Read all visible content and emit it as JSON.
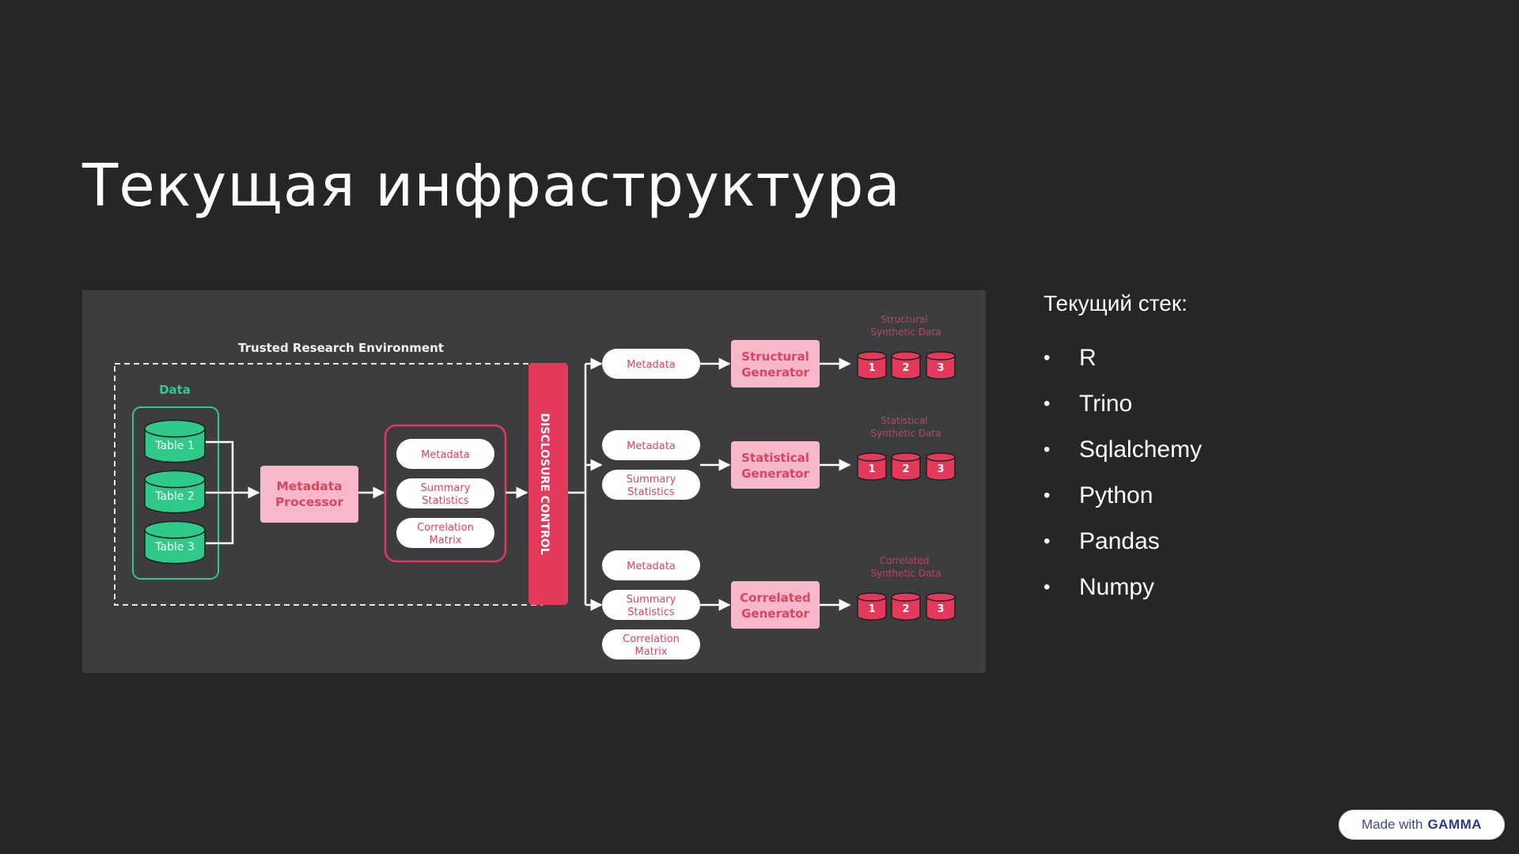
{
  "slide": {
    "title": "Текущая инфраструктура"
  },
  "diagram": {
    "env_label": "Trusted Research Environment",
    "data_label": "Data",
    "tables": [
      "Table 1",
      "Table 2",
      "Table 3"
    ],
    "processor_label_line1": "Metadata",
    "processor_label_line2": "Processor",
    "inner_items": [
      "Metadata",
      "Summary|Statistics",
      "Correlation|Matrix"
    ],
    "disclosure_label": "DISCLOSURE CONTROL",
    "branches": [
      {
        "inputs": [
          "Metadata"
        ],
        "generator_line1": "Structural",
        "generator_line2": "Generator",
        "output_line1": "Structural",
        "output_line2": "Synthetic Data"
      },
      {
        "inputs": [
          "Metadata",
          "Summary|Statistics"
        ],
        "generator_line1": "Statistical",
        "generator_line2": "Generator",
        "output_line1": "Statistical",
        "output_line2": "Synthetic Data"
      },
      {
        "inputs": [
          "Metadata",
          "Summary|Statistics",
          "Correlation|Matrix"
        ],
        "generator_line1": "Correlated",
        "generator_line2": "Generator",
        "output_line1": "Correlated",
        "output_line2": "Synthetic Data"
      }
    ],
    "db_numbers": [
      "1",
      "2",
      "3"
    ],
    "colors": {
      "green": "#2fc98a",
      "pink": "#f7b9c9",
      "pink_text": "#d9455f",
      "red": "#e33a5c",
      "white": "#ffffff"
    }
  },
  "stack": {
    "heading": "Текущий стек:",
    "bullet": "•",
    "items": [
      "R",
      "Trino",
      "Sqlalchemy",
      "Python",
      "Pandas",
      "Numpy"
    ]
  },
  "badge": {
    "prefix": "Made with",
    "brand": "GAMMA"
  }
}
